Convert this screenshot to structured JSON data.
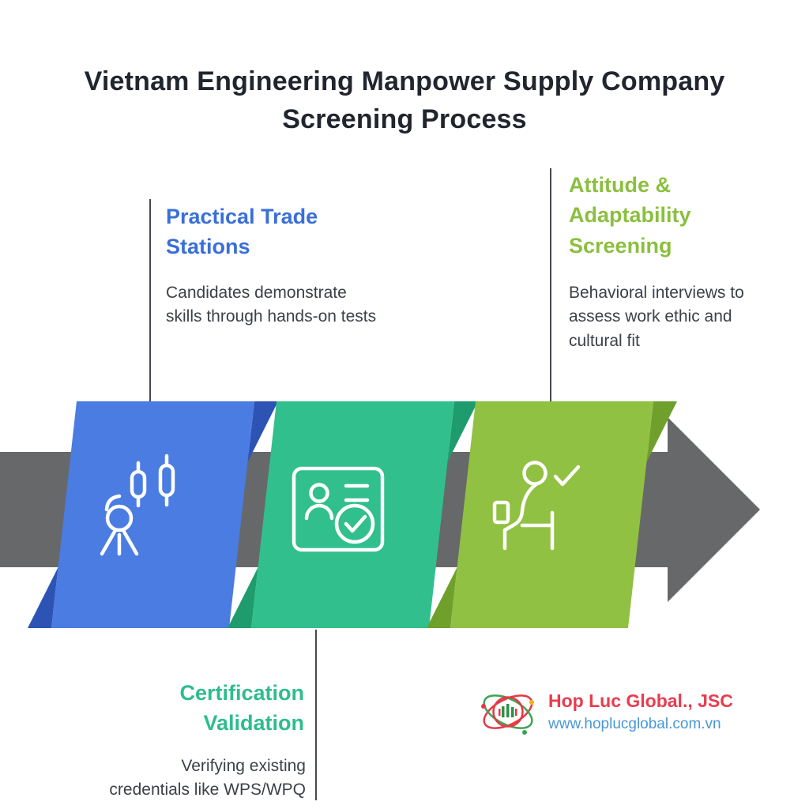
{
  "title": {
    "line1": "Vietnam Engineering Manpower Supply Company",
    "line2": "Screening Process"
  },
  "steps": [
    {
      "heading": "Practical Trade Stations",
      "description": "Candidates demonstrate skills through hands-on tests",
      "icon": "candlestick-trader-icon",
      "heading_color": "#3A6FD8",
      "shape_color": "#4A7CE2",
      "shape_fold_color": "#2D54B5"
    },
    {
      "heading": "Certification Validation",
      "description": "Verifying existing credentials like WPS/WPQ",
      "icon": "id-card-check-icon",
      "heading_color": "#2DBD8C",
      "shape_color": "#31BF8E",
      "shape_fold_color": "#1F9C6E"
    },
    {
      "heading": "Attitude & Adaptability Screening",
      "description": "Behavioral interviews to assess work ethic and cultural fit",
      "icon": "seated-person-check-icon",
      "heading_color": "#8BBF3F",
      "shape_color": "#90C142",
      "shape_fold_color": "#6FA02B"
    }
  ],
  "arrow": {
    "color": "#676869"
  },
  "footer": {
    "company": "Hop Luc Global., JSC",
    "website": "www.hoplucglobal.com.vn",
    "company_color": "#E93C4F",
    "website_color": "#4A97D6"
  }
}
